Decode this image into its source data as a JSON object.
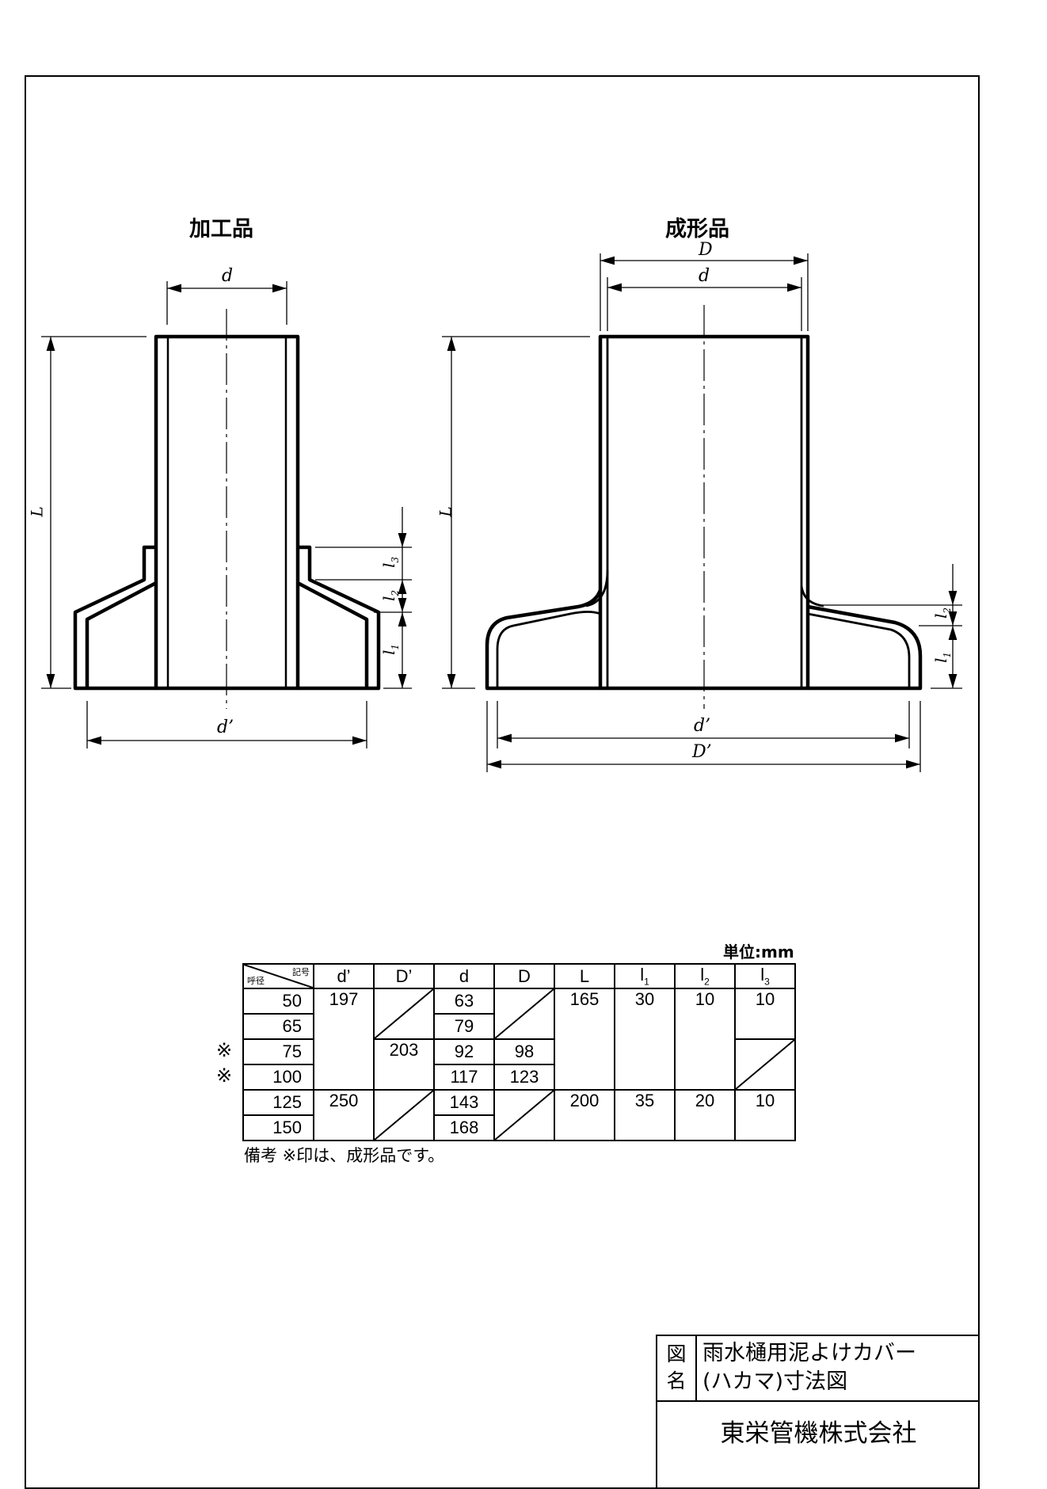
{
  "views": {
    "left_title": "加工品",
    "right_title": "成形品"
  },
  "dimensions": {
    "d": "d",
    "D": "D",
    "d_prime": "d’",
    "D_prime": "D’",
    "L": "L",
    "l1": "l",
    "l2": "l",
    "l3": "l",
    "sub1": "1",
    "sub2": "2",
    "sub3": "3"
  },
  "unit_label": "単位:mm",
  "table": {
    "corner_top": "記号",
    "corner_bottom": "呼径",
    "headers": [
      "d’",
      "D’",
      "d",
      "D",
      "L",
      "l",
      "l",
      "l"
    ],
    "header_subs": [
      "",
      "",
      "",
      "",
      "",
      "1",
      "2",
      "3"
    ],
    "sizes": [
      "50",
      "65",
      "75",
      "100",
      "125",
      "150"
    ],
    "marks": [
      "※",
      "※"
    ],
    "d_prime": [
      "197",
      "250"
    ],
    "D_prime": [
      "203"
    ],
    "d": [
      "63",
      "79",
      "92",
      "117",
      "143",
      "168"
    ],
    "D": [
      "98",
      "123"
    ],
    "L": [
      "165",
      "200"
    ],
    "l1": [
      "30",
      "35"
    ],
    "l2": [
      "10",
      "20"
    ],
    "l3": [
      "10",
      "10"
    ]
  },
  "remark": "備考 ※印は、成形品です。",
  "title_block": {
    "label_line1": "図",
    "label_line2": "名",
    "name_line1": "雨水樋用泥よけカバー",
    "name_line2": "(ハカマ)寸法図",
    "company": "東栄管機株式会社"
  }
}
